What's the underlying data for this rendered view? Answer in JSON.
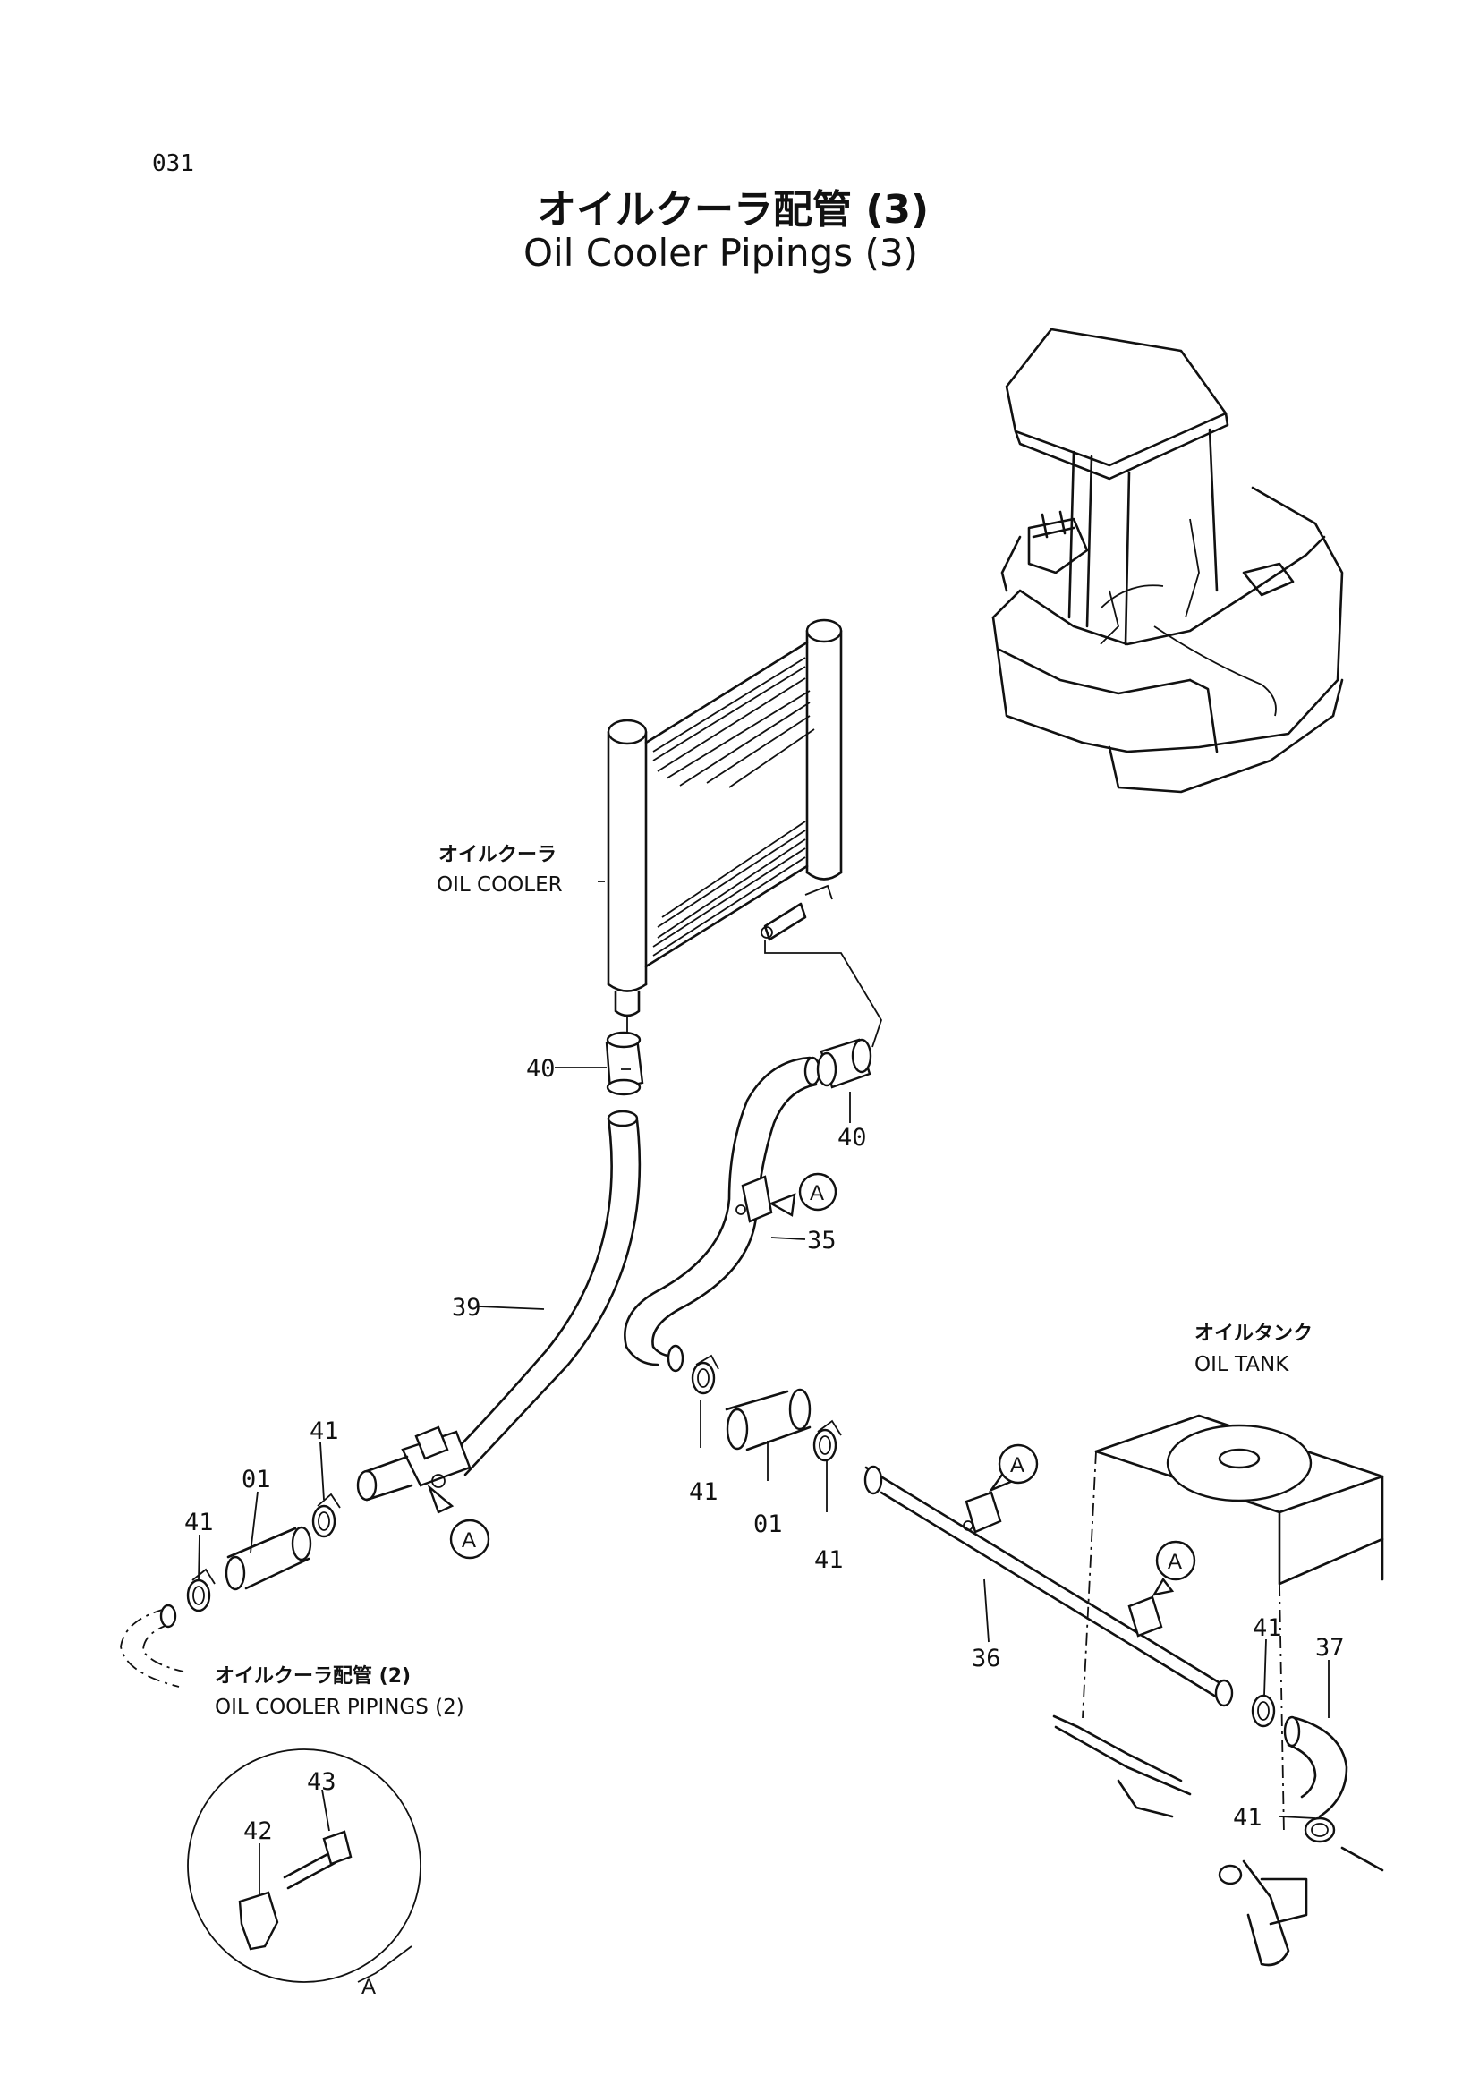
{
  "page_number": "031",
  "title": {
    "japanese": "オイルクーラ配管 (3)",
    "english": "Oil Cooler Pipings (3)"
  },
  "callouts": {
    "oil_cooler_jp": "オイルクーラ",
    "oil_cooler_en": "OIL COOLER",
    "oil_tank_jp": "オイルタンク",
    "oil_tank_en": "OIL TANK",
    "pipings2_jp": "オイルクーラ配管 (2)",
    "pipings2_en": "OIL COOLER PIPINGS (2)"
  },
  "part_numbers": {
    "p40_left": "40",
    "p40_right": "40",
    "p35": "35",
    "p39": "39",
    "p41_a": "41",
    "p41_b": "41",
    "p01_left": "01",
    "p41_c": "41",
    "p01_right": "01",
    "p41_d": "41",
    "p36": "36",
    "p41_e": "41",
    "p37": "37",
    "p41_f": "41",
    "p43": "43",
    "p42": "42"
  },
  "detail_marker": "A",
  "detail_refs": [
    "A",
    "A",
    "A",
    "A"
  ]
}
